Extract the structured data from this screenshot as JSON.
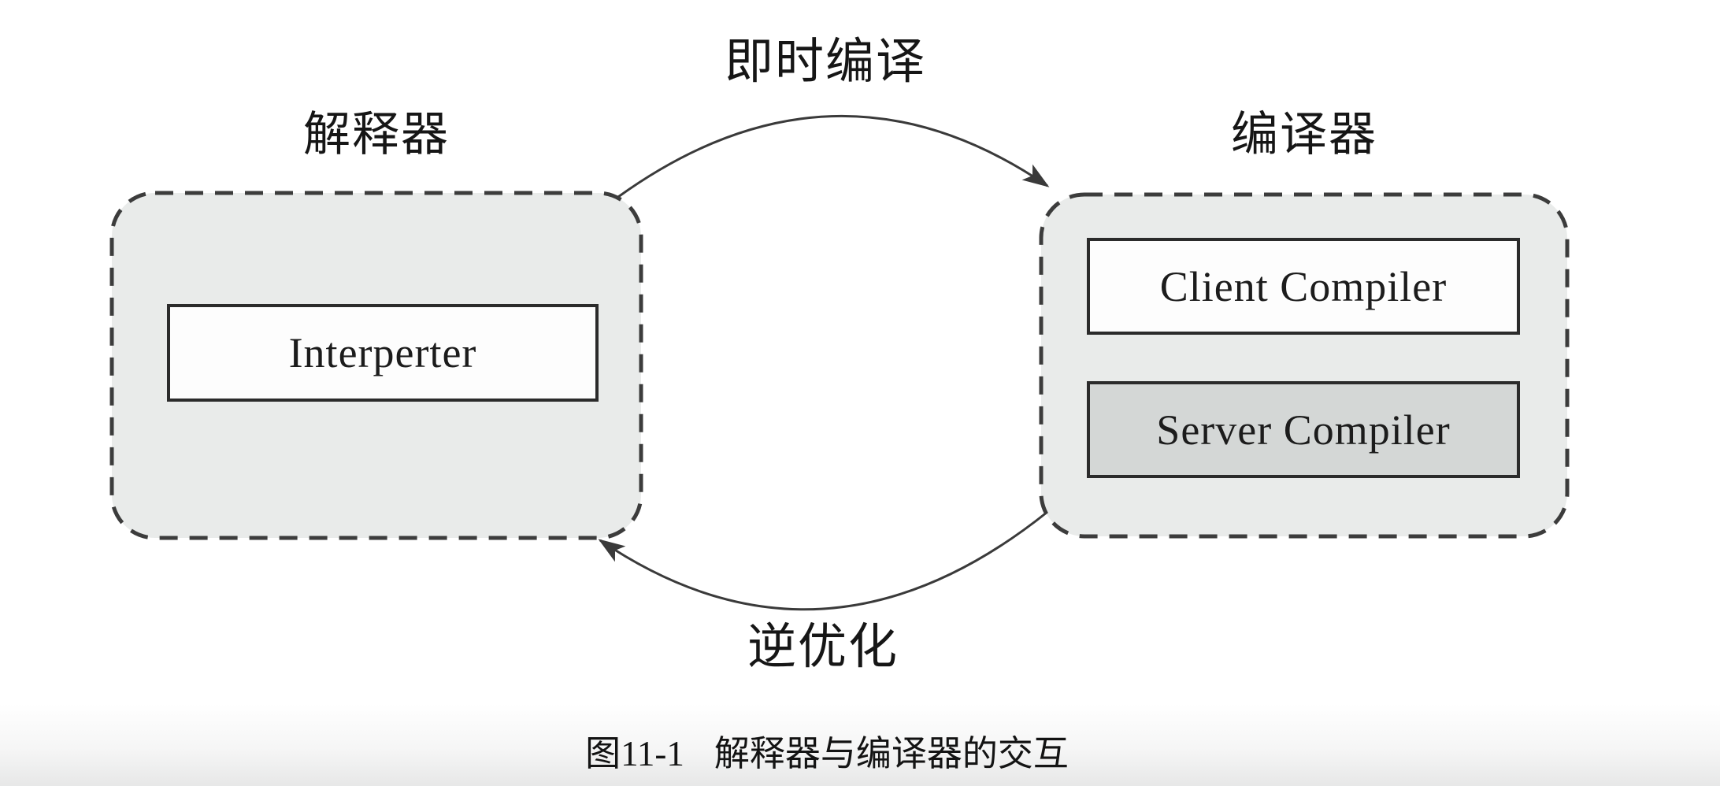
{
  "figure": {
    "top_arrow_label": "即时编译",
    "bottom_arrow_label": "逆优化",
    "interpreter": {
      "title": "解释器",
      "box_label": "Interperter"
    },
    "compiler": {
      "title": "编译器",
      "client_box_label": "Client Compiler",
      "server_box_label": "Server Compiler"
    },
    "caption": {
      "number": "图11-1",
      "title": "解释器与编译器的交互"
    },
    "colors": {
      "group_fill": "#e9ebea",
      "group_border": "#3c3c3c",
      "plain_box_fill": "#fdfdfd",
      "server_box_fill": "#d4d7d6",
      "box_border": "#2b2b2b",
      "arrow_line": "#3a3a3a",
      "text": "#141414"
    }
  }
}
